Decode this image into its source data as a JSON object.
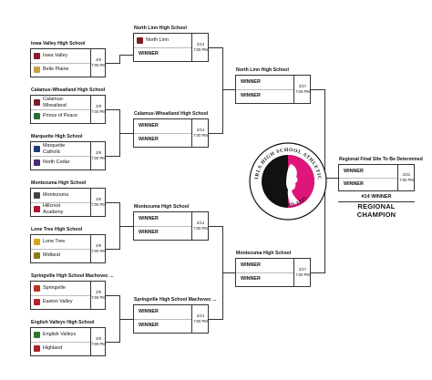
{
  "round1": [
    {
      "site": "Iowa Valley High School",
      "date": "2/9",
      "time": "7:00 PM",
      "teams": [
        {
          "name": "Iowa Valley",
          "color": "#8c1d2e"
        },
        {
          "name": "Belle Plaine",
          "color": "#c8a24a"
        }
      ]
    },
    {
      "site": "Calamus-Wheatland High School",
      "date": "2/9",
      "time": "7:00 PM",
      "teams": [
        {
          "name": "Calamus-\nWheatland",
          "color": "#7a1f2b"
        },
        {
          "name": "Prince of Peace",
          "color": "#2a6b3a"
        }
      ]
    },
    {
      "site": "Marquette High School",
      "date": "2/9",
      "time": "7:00 PM",
      "teams": [
        {
          "name": "Marquette\nCatholic",
          "color": "#1f3a7a"
        },
        {
          "name": "North Cedar",
          "color": "#4a2a7a"
        }
      ]
    },
    {
      "site": "Montezuma High School",
      "date": "2/9",
      "time": "7:00 PM",
      "teams": [
        {
          "name": "Montezuma",
          "color": "#444"
        },
        {
          "name": "Hillcrest\nAcademy",
          "color": "#b3122a"
        }
      ]
    },
    {
      "site": "Lone Tree High School",
      "date": "2/9",
      "time": "7:00 PM",
      "teams": [
        {
          "name": "Lone Tree",
          "color": "#d7a31c"
        },
        {
          "name": "Midland",
          "color": "#8a7a1a"
        }
      ]
    },
    {
      "site": "Springville High School Machovec ...",
      "date": "2/9",
      "time": "7:00 PM",
      "teams": [
        {
          "name": "Springville",
          "color": "#b8321f"
        },
        {
          "name": "Easton Valley",
          "color": "#b8202a"
        }
      ]
    },
    {
      "site": "English Valleys High School",
      "date": "2/9",
      "time": "7:00 PM",
      "teams": [
        {
          "name": "English Valleys",
          "color": "#2a7a2a"
        },
        {
          "name": "Highland",
          "color": "#a8202a"
        }
      ]
    }
  ],
  "round2": [
    {
      "site": "North Linn High School",
      "date": "2/14",
      "time": "7:00 PM",
      "top": "North Linn",
      "top_color": "#7a1f2b",
      "bottom": "WINNER"
    },
    {
      "site": "Calamus-Wheatland High School",
      "date": "2/14",
      "time": "7:00 PM",
      "top": "WINNER",
      "bottom": "WINNER"
    },
    {
      "site": "Montezuma High School",
      "date": "2/14",
      "time": "7:00 PM",
      "top": "WINNER",
      "bottom": "WINNER"
    },
    {
      "site": "Springville High School Machovec ...",
      "date": "2/14",
      "time": "7:00 PM",
      "top": "WINNER",
      "bottom": "WINNER"
    }
  ],
  "round3": [
    {
      "site": "North Linn High School",
      "date": "2/17",
      "time": "7:00 PM",
      "top": "WINNER",
      "bottom": "WINNER"
    },
    {
      "site": "Montezuma High School",
      "date": "2/17",
      "time": "7:00 PM",
      "top": "WINNER",
      "bottom": "WINNER"
    }
  ],
  "final": {
    "site": "Regional Final Site To Be Determined",
    "date": "2/21",
    "time": "7:00 PM",
    "top": "WINNER",
    "bottom": "WINNER",
    "seed": "#14 WINNER",
    "title": "REGIONAL CHAMPION"
  },
  "logo": {
    "top_text": "IOWA GIRLS HIGH SCHOOL ATHLETIC UNION",
    "bottom_text": "FOUNDED 1925",
    "accent": "#e0157a"
  }
}
